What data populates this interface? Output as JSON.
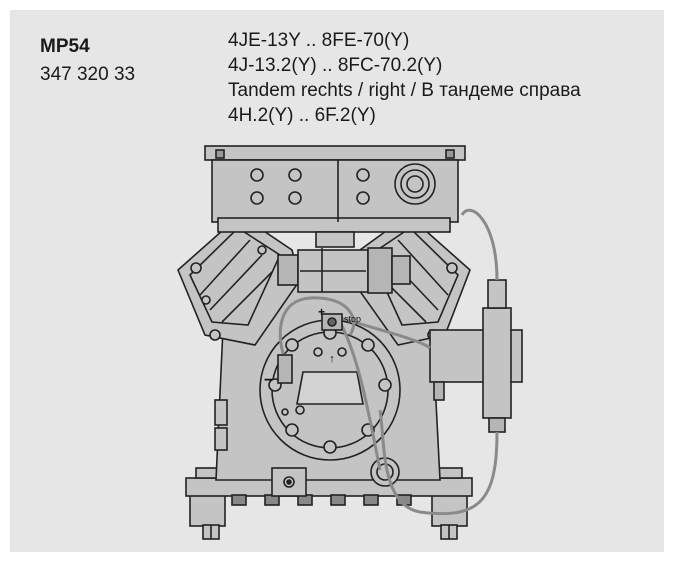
{
  "panel": {
    "background": "#e6e6e6"
  },
  "title": "MP54",
  "part_number": "347 320 33",
  "variants": [
    "4JE-13Y .. 8FE-70(Y)",
    "4J-13.2(Y) .. 8FC-70.2(Y)",
    "Tandem rechts / right / В тандеме справа",
    "4H.2(Y) .. 6F.2(Y)"
  ],
  "drawing": {
    "subject": "compressor-with-oil-monitoring-device",
    "labels": {
      "plus": "+",
      "minus": "−",
      "stop": "stop",
      "arrow": "↑"
    },
    "colors": {
      "body": "#c4c4c4",
      "outline": "#222222",
      "pipe": "#8a8a8a",
      "fitting": "#b5b5b5"
    }
  }
}
